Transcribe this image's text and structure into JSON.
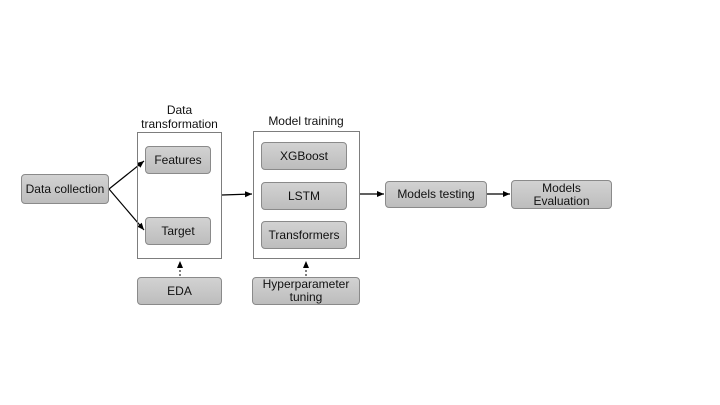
{
  "diagram": {
    "nodes": {
      "data_collection": "Data collection",
      "features": "Features",
      "target": "Target",
      "eda": "EDA",
      "xgboost": "XGBoost",
      "lstm": "LSTM",
      "transformers": "Transformers",
      "hyperparameter_tuning": "Hyperparameter tuning",
      "models_testing": "Models testing",
      "models_evaluation": "Models Evaluation"
    },
    "groups": {
      "data_transformation": "Data transformation",
      "model_training": "Model training"
    }
  }
}
